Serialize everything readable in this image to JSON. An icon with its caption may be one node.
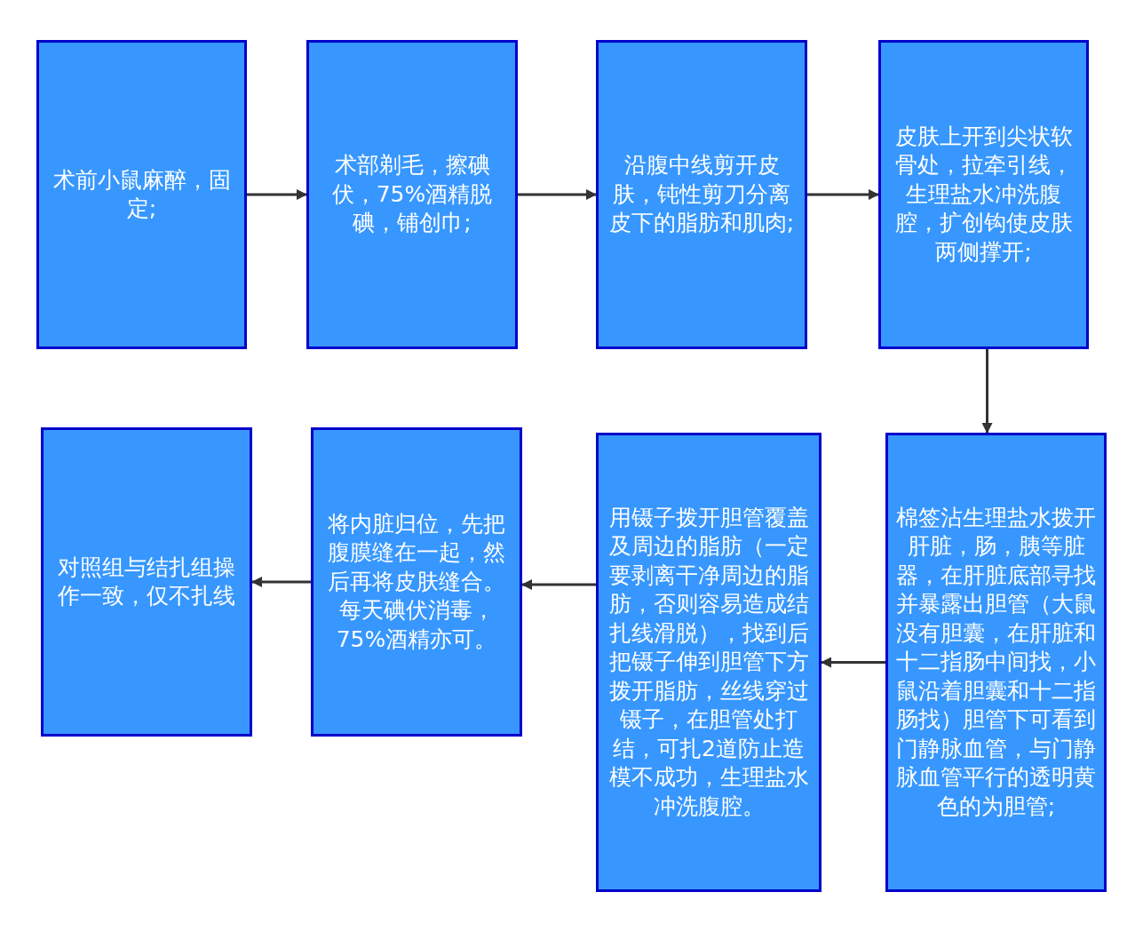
{
  "diagram": {
    "nodes": [
      {
        "text": [
          "术前小鼠麻醉，固定;"
        ]
      },
      {
        "text": [
          "术部剃毛，擦碘伏，75%酒精脱碘，铺创巾;"
        ]
      },
      {
        "text": [
          "沿腹中线剪开皮肤，钝性剪刀分离皮下的脂肪和肌肉;"
        ]
      },
      {
        "text": [
          "皮肤上开到尖状软骨处，拉牵引线，生理盐水冲洗腹腔，扩创钩使皮肤两侧撑开;"
        ]
      },
      {
        "text": [
          "棉签沾生理盐水拨开肝脏，肠，胰等脏器，在肝脏底部寻找并暴露出胆管（大鼠没有胆囊，在肝脏和十二指肠中间找，小鼠沿着胆囊和十二指肠找）胆管下可看到门静脉血管，与门静脉血管平行的透明黄色的为胆管;"
        ]
      },
      {
        "text": [
          "用镊子拨开胆管覆盖及周边的脂肪（一定要剥离干净周边的脂肪，否则容易造成结扎线滑脱），找到后把镊子伸到胆管下方拨开脂肪，丝线穿过镊子，在胆管处打结，可扎2道防止造模不成功，生理盐水冲洗腹腔。"
        ]
      },
      {
        "text": [
          "将内脏归位，先把腹膜缝在一起，然后再将皮肤缝合。每天碘伏消毒，75%酒精亦可。"
        ]
      },
      {
        "text": [
          "对照组与结扎组操作一致，仅不扎线"
        ]
      }
    ],
    "edges": [
      {
        "from": 0,
        "to": 1,
        "arrow": "to"
      },
      {
        "from": 1,
        "to": 2,
        "arrow": "to"
      },
      {
        "from": 2,
        "to": 3,
        "arrow": "to"
      },
      {
        "from": 3,
        "to": 4,
        "arrow": "to"
      },
      {
        "from": 4,
        "to": 5,
        "arrow": "to"
      },
      {
        "from": 5,
        "to": 6,
        "arrow": "to"
      },
      {
        "from": 6,
        "to": 7,
        "arrow": "to"
      }
    ]
  }
}
